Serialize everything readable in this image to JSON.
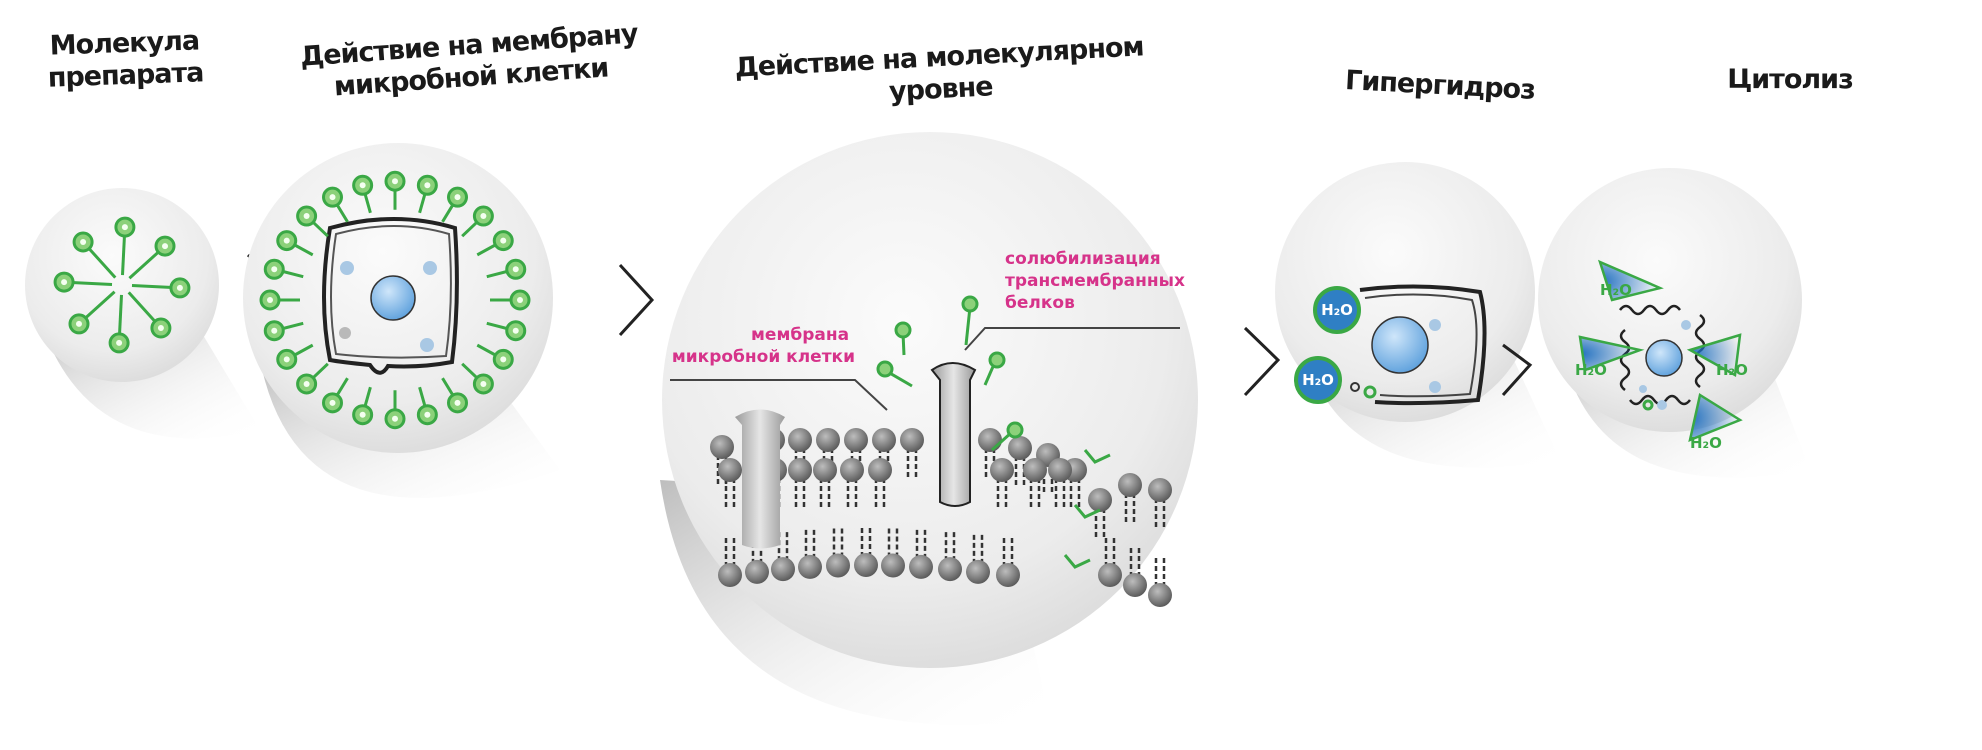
{
  "diagram": {
    "stages": [
      {
        "id": "molecule",
        "title_lines": [
          "Молекула",
          "препарата"
        ]
      },
      {
        "id": "membrane-action",
        "title_lines": [
          "Действие на мембрану",
          "микробной клетки"
        ]
      },
      {
        "id": "molecular-action",
        "title_lines": [
          "Действие на молекулярном",
          "уровне"
        ]
      },
      {
        "id": "hyperhydrosis",
        "title_lines": [
          "Гипергидроз"
        ]
      },
      {
        "id": "cytolysis",
        "title_lines": [
          "Цитолиз"
        ]
      }
    ],
    "annotations": {
      "membrane_label": [
        "мембрана",
        "микробной клетки"
      ],
      "solubilization_label": [
        "солюбилизация",
        "трансмембранных",
        "белков"
      ]
    },
    "water_label": "H₂O",
    "arrow_glyph": "chevron-right",
    "colors": {
      "accent_green": "#3aa845",
      "label_magenta": "#d6338a",
      "water_blue": "#2f7fc4",
      "nucleus_blue": "#7fb6e6",
      "lipid_gray": "#7a7a7a",
      "outline_dark": "#222222"
    }
  }
}
